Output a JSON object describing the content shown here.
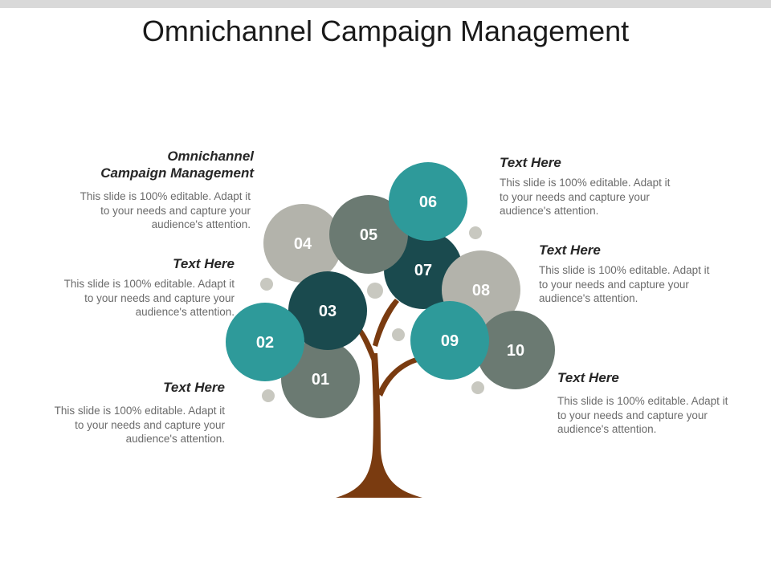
{
  "title": "Omnichannel Campaign Management",
  "colors": {
    "teal": "#2e9a9a",
    "dark_teal": "#1a4a4e",
    "slate": "#6b7a72",
    "light_gray": "#b3b3ab",
    "trunk": "#7a3b10",
    "dot": "#c8c8c0"
  },
  "circles": [
    {
      "label": "01"
    },
    {
      "label": "02"
    },
    {
      "label": "03"
    },
    {
      "label": "04"
    },
    {
      "label": "05"
    },
    {
      "label": "06"
    },
    {
      "label": "07"
    },
    {
      "label": "08"
    },
    {
      "label": "09"
    },
    {
      "label": "10"
    }
  ],
  "blocks": [
    {
      "heading": "Omnichannel\nCampaign Management",
      "body": "This slide is 100% editable. Adapt it\nto your needs and capture your\naudience's attention."
    },
    {
      "heading": "Text Here",
      "body": "This slide is 100% editable. Adapt it\nto your needs and capture your\naudience's attention."
    },
    {
      "heading": "Text Here",
      "body": "This slide is 100% editable. Adapt it\nto your needs and capture your\naudience's attention."
    },
    {
      "heading": "Text Here",
      "body": "This slide is 100% editable. Adapt it\nto your needs and capture your\naudience's attention."
    },
    {
      "heading": "Text Here",
      "body": "This slide is 100% editable. Adapt it\nto your needs and capture your\naudience's attention."
    },
    {
      "heading": "Text Here",
      "body": "This slide is 100% editable. Adapt it\nto your needs and capture your\naudience's attention."
    }
  ]
}
